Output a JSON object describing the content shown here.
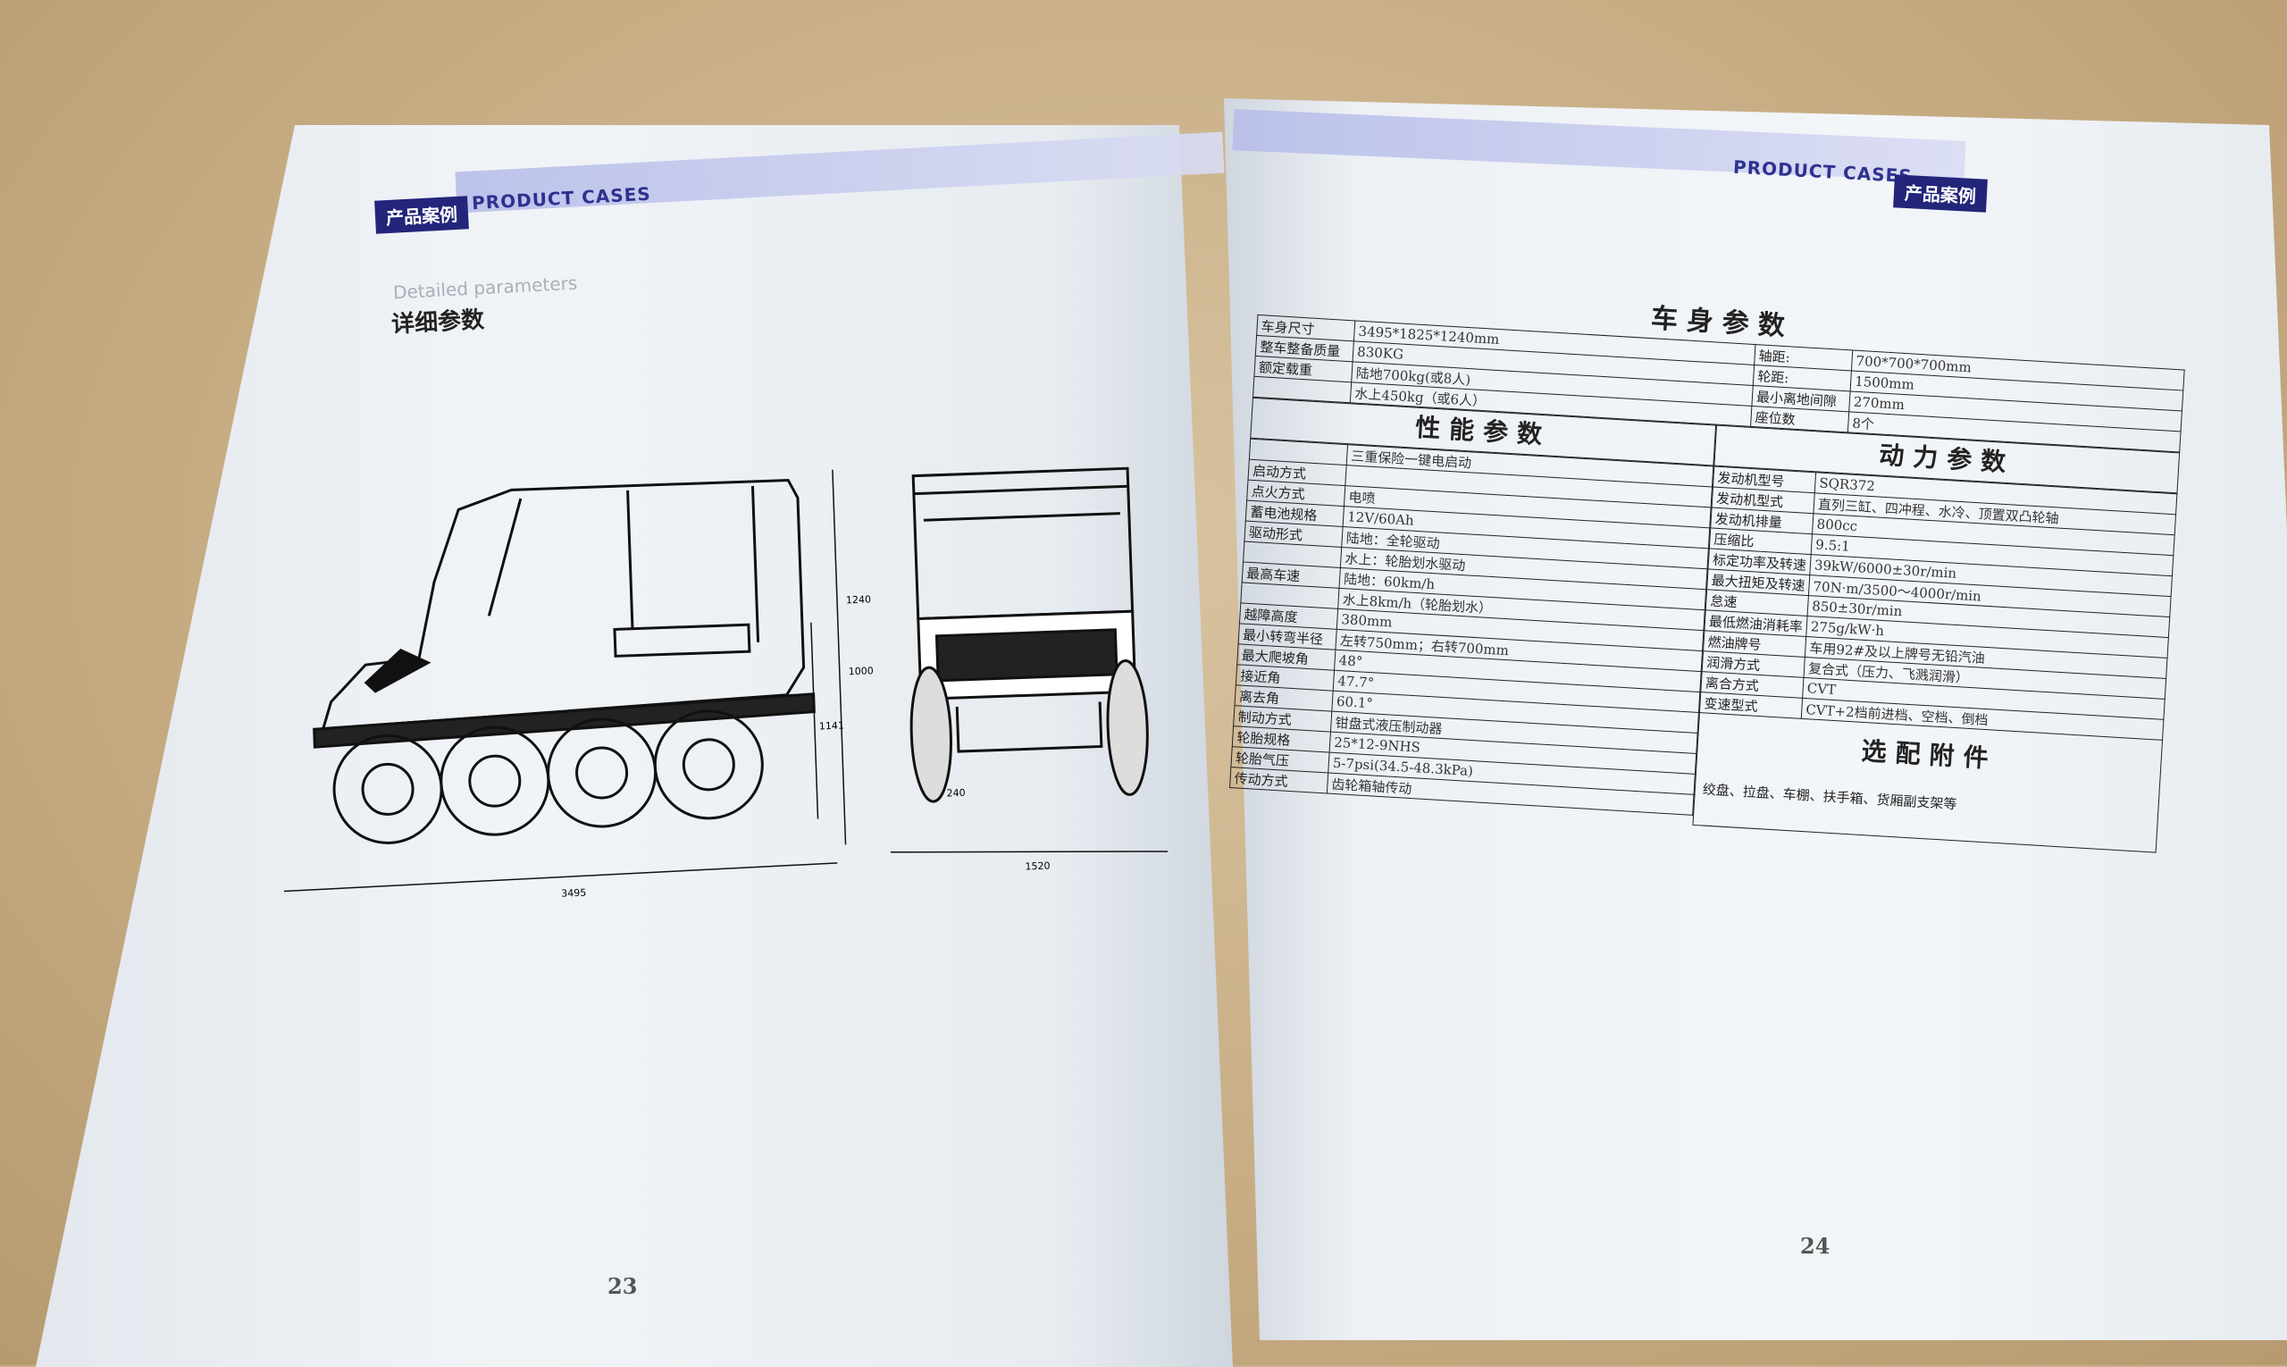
{
  "left_page": {
    "header_cn": "产品案例",
    "header_en": "PRODUCT CASES",
    "subtitle_en": "Detailed parameters",
    "subtitle_cn": "详细参数",
    "page_number": "23",
    "dim_labels": [
      "3495",
      "1240",
      "1141",
      "1000",
      "1520",
      "240"
    ]
  },
  "right_page": {
    "header_cn": "产品案例",
    "header_en": "PRODUCT CASES",
    "page_number": "24",
    "body_section": {
      "title": "车身参数",
      "rows": [
        {
          "label": "车身尺寸",
          "value": "3495*1825*1240mm",
          "label2": "轴距:",
          "value2": "700*700*700mm"
        },
        {
          "label": "整车整备质量",
          "value": "830KG",
          "label2": "轮距:",
          "value2": "1500mm"
        },
        {
          "label": "额定载重",
          "value": "陆地700kg(或8人)",
          "label2": "最小离地间隙",
          "value2": "270mm"
        },
        {
          "label": "",
          "value": "水上450kg（或6人）",
          "label2": "座位数",
          "value2": "8个"
        }
      ]
    },
    "performance_section": {
      "title": "性能参数",
      "rows": [
        {
          "label": "",
          "value": "三重保险一键电启动"
        },
        {
          "label": "启动方式",
          "value": ""
        },
        {
          "label": "点火方式",
          "value": "电喷"
        },
        {
          "label": "蓄电池规格",
          "value": "12V/60Ah"
        },
        {
          "label": "驱动形式",
          "value": "陆地：全轮驱动"
        },
        {
          "label": "",
          "value": "水上：轮胎划水驱动"
        },
        {
          "label": "最高车速",
          "value": "陆地：60km/h"
        },
        {
          "label": "",
          "value": "水上8km/h（轮胎划水）"
        },
        {
          "label": "越障高度",
          "value": "380mm"
        },
        {
          "label": "最小转弯半径",
          "value": "左转750mm；右转700mm"
        },
        {
          "label": "最大爬坡角",
          "value": "48°"
        },
        {
          "label": "接近角",
          "value": "47.7°"
        },
        {
          "label": "离去角",
          "value": "60.1°"
        },
        {
          "label": "制动方式",
          "value": "钳盘式液压制动器"
        },
        {
          "label": "轮胎规格",
          "value": "25*12-9NHS"
        },
        {
          "label": "轮胎气压",
          "value": "5-7psi(34.5-48.3kPa)"
        },
        {
          "label": "传动方式",
          "value": "齿轮箱轴传动"
        }
      ]
    },
    "power_section": {
      "title": "动力参数",
      "rows": [
        {
          "label": "发动机型号",
          "value": "SQR372"
        },
        {
          "label": "发动机型式",
          "value": "直列三缸、四冲程、水冷、顶置双凸轮轴"
        },
        {
          "label": "发动机排量",
          "value": "800cc"
        },
        {
          "label": "压缩比",
          "value": "9.5:1"
        },
        {
          "label": "标定功率及转速",
          "value": "39kW/6000±30r/min"
        },
        {
          "label": "最大扭矩及转速",
          "value": "70N·m/3500～4000r/min"
        },
        {
          "label": "怠速",
          "value": "850±30r/min"
        },
        {
          "label": "最低燃油消耗率",
          "value": "275g/kW·h"
        },
        {
          "label": "燃油牌号",
          "value": "车用92#及以上牌号无铅汽油"
        },
        {
          "label": "润滑方式",
          "value": "复合式（压力、飞溅润滑）"
        },
        {
          "label": "离合方式",
          "value": "CVT"
        },
        {
          "label": "变速型式",
          "value": "CVT+2档前进档、空档、倒档"
        }
      ]
    },
    "options_section": {
      "title": "选配附件",
      "text": "绞盘、拉盘、车棚、扶手箱、货厢副支架等"
    }
  },
  "colors": {
    "accent": "#23257a",
    "band": "#b7bde9",
    "paper": "#eef2f6"
  }
}
